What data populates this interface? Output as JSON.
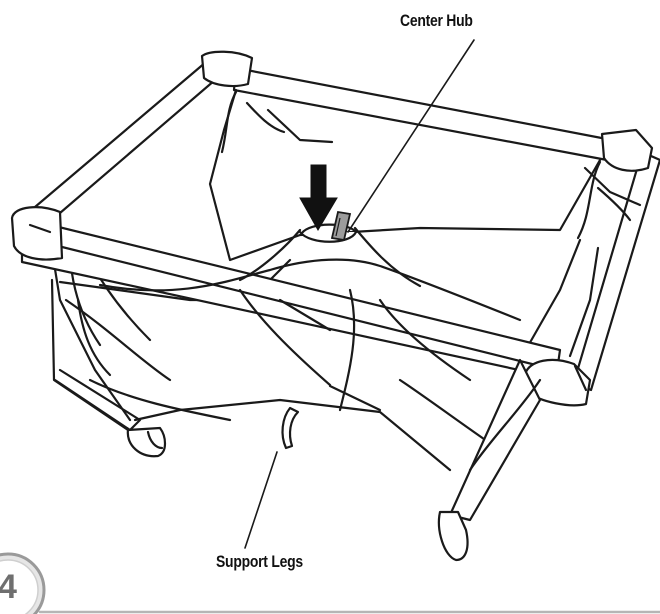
{
  "labels": {
    "center_hub": "Center Hub",
    "support_legs": "Support Legs"
  },
  "step": {
    "number": "4"
  },
  "colors": {
    "line": "#1a1a1a",
    "badge_ring": "#9a9a9a",
    "badge_fill": "#e6e6e6",
    "clip_fill": "#9c9c9c",
    "bottom_rule": "#b5b5b5"
  },
  "icons": {
    "push_arrow": "down-arrow-icon"
  }
}
